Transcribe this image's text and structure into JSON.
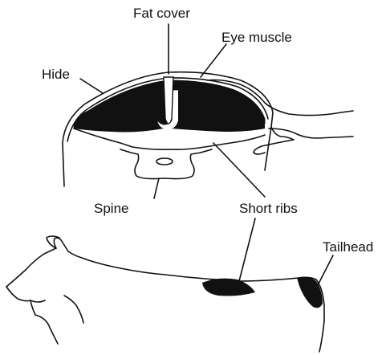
{
  "labels": {
    "fat_cover": "Fat cover",
    "eye_muscle": "Eye muscle",
    "hide": "Hide",
    "spine": "Spine",
    "short_ribs": "Short ribs",
    "tailhead": "Tailhead"
  },
  "colors": {
    "ink": "#111111",
    "background": "#ffffff"
  }
}
